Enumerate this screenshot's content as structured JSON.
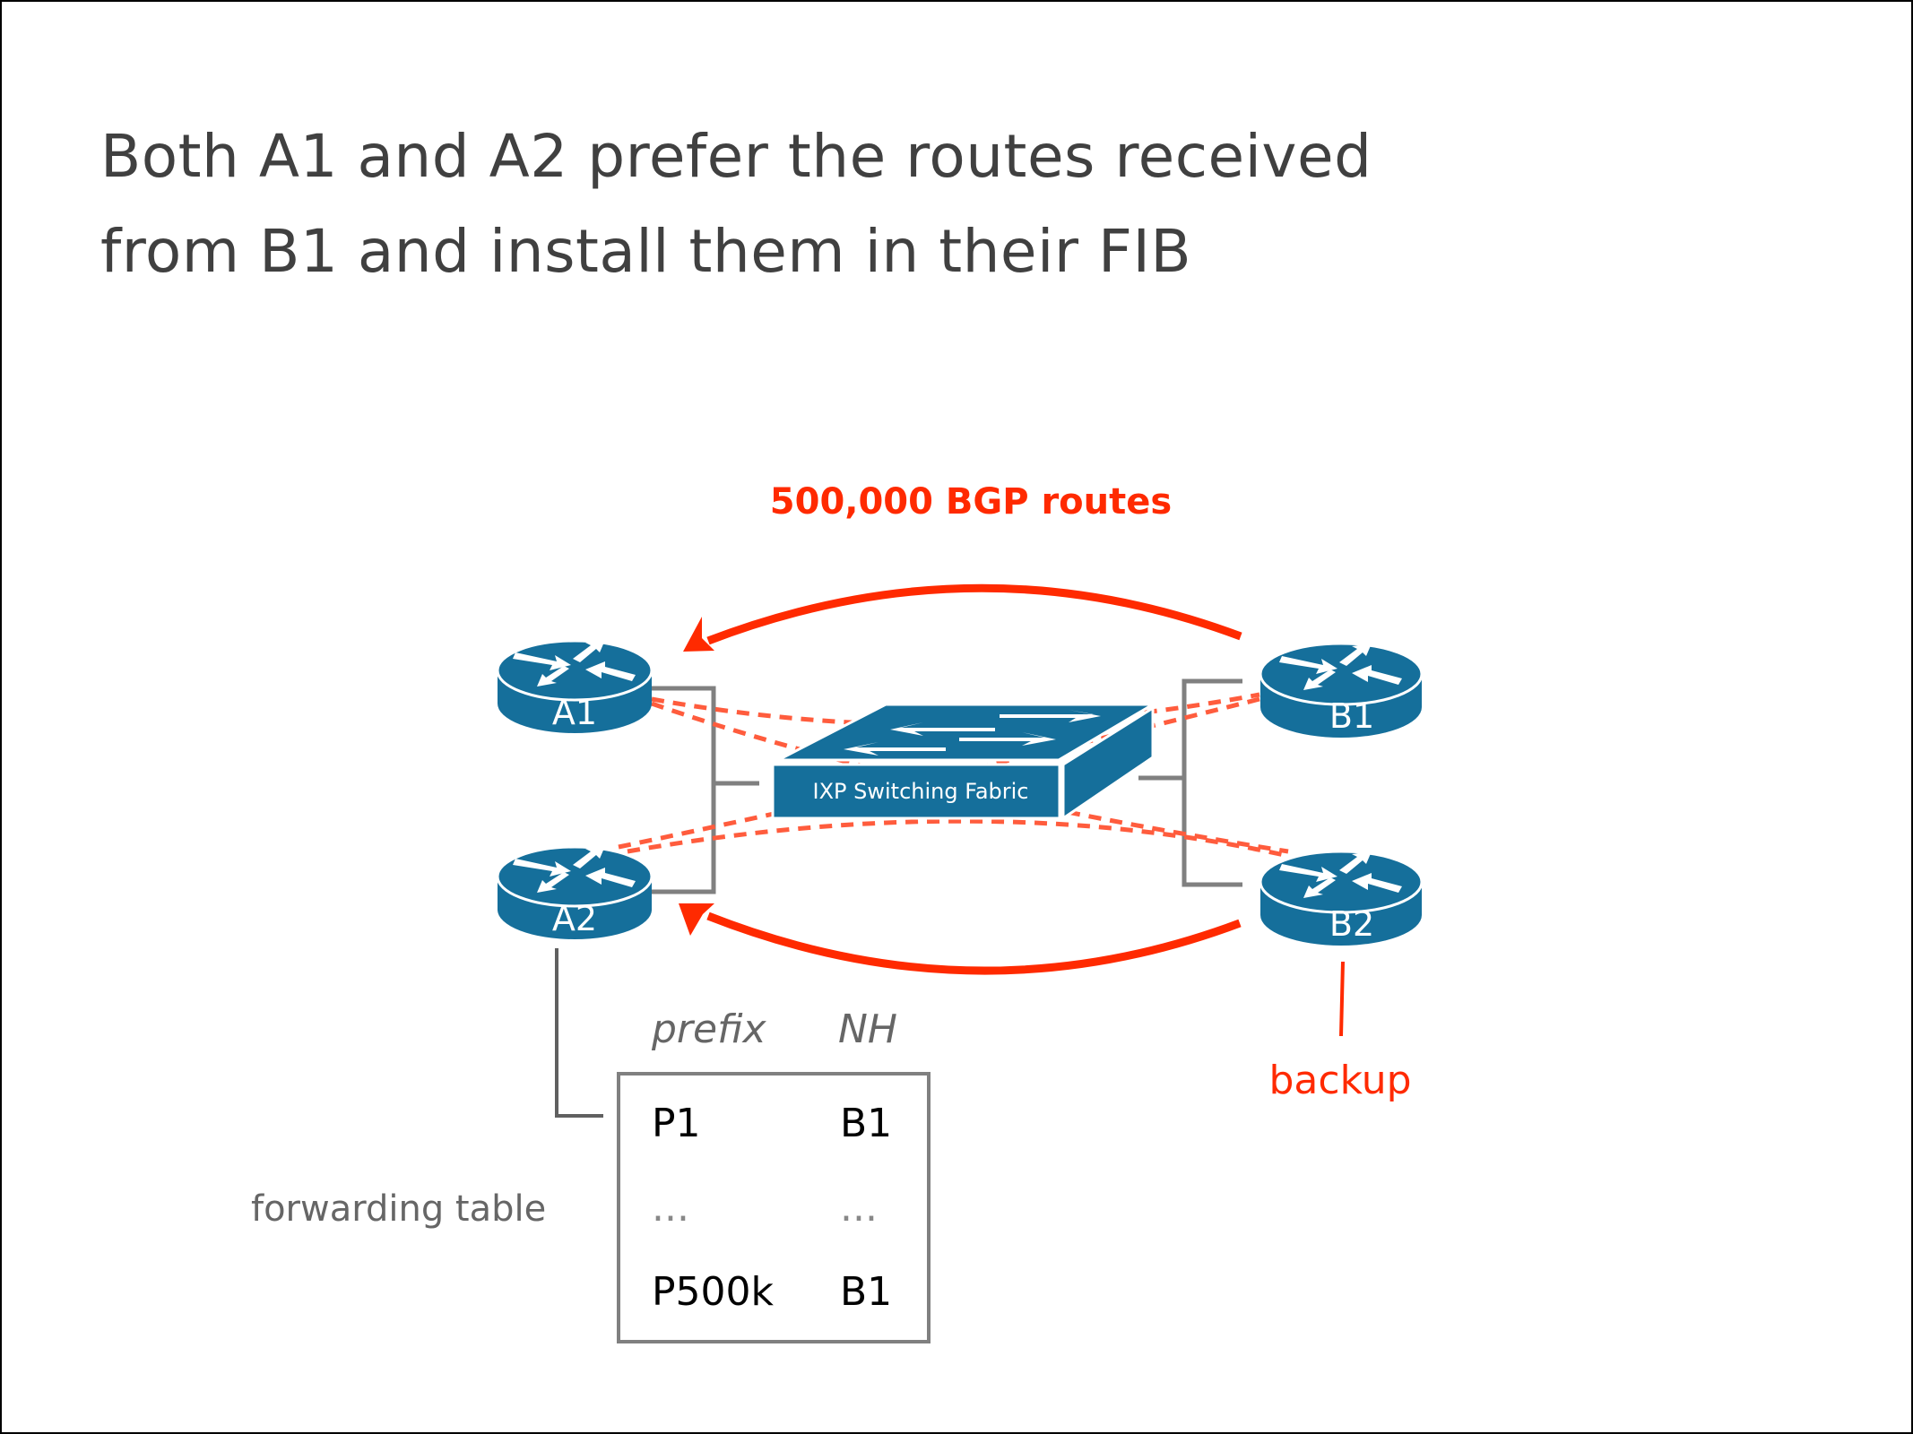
{
  "slide": {
    "title_lines": [
      "Both A1 and A2 prefer the routes received",
      "from B1 and install them in their FIB"
    ]
  },
  "diagram": {
    "routes_annotation": "500,000 BGP routes",
    "switch": {
      "label": "IXP Switching Fabric",
      "icon": "switch-icon"
    },
    "routers": [
      {
        "id": "A1",
        "label": "A1",
        "icon": "router-icon"
      },
      {
        "id": "A2",
        "label": "A2",
        "icon": "router-icon"
      },
      {
        "id": "B1",
        "label": "B1",
        "icon": "router-icon"
      },
      {
        "id": "B2",
        "label": "B2",
        "icon": "router-icon"
      }
    ],
    "route_arrows": [
      {
        "from": "B1",
        "to": "A1"
      },
      {
        "from": "B2",
        "to": "A2"
      }
    ],
    "backup_label": "backup",
    "backup_router": "B2"
  },
  "forwarding_table": {
    "label": "forwarding table",
    "attached_to": "A2",
    "columns": [
      "prefix",
      "NH"
    ],
    "rows": [
      [
        "P1",
        "B1"
      ],
      [
        "...",
        "..."
      ],
      [
        "P500k",
        "B1"
      ]
    ]
  },
  "colors": {
    "router_blue": "#156f9b",
    "accent_red": "#ff2a00",
    "session_dashed": "#ff5c3d",
    "link_gray": "#808080",
    "title_gray": "#404040"
  }
}
